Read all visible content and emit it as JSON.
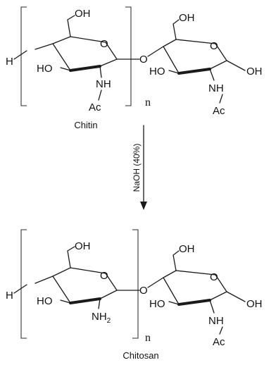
{
  "reaction": {
    "reagent": "NaOH (40%)",
    "reactant": {
      "name": "Chitin",
      "repeat_index": "n",
      "end_group": "H",
      "unit1": {
        "ch2oh": "OH",
        "ring_oh": "HO",
        "nh": "NH",
        "acyl": "Ac"
      },
      "unit2": {
        "ch2oh": "OH",
        "ring_oh": "HO",
        "nh": "NH",
        "acyl": "Ac",
        "anomeric": "OH"
      }
    },
    "product": {
      "name": "Chitosan",
      "repeat_index": "n",
      "end_group": "H",
      "unit1": {
        "ch2oh": "OH",
        "ring_oh": "HO",
        "amine": "NH",
        "amine_sub": "2"
      },
      "unit2": {
        "ch2oh": "OH",
        "ring_oh": "HO",
        "nh": "NH",
        "acyl": "Ac",
        "anomeric": "OH"
      }
    }
  }
}
